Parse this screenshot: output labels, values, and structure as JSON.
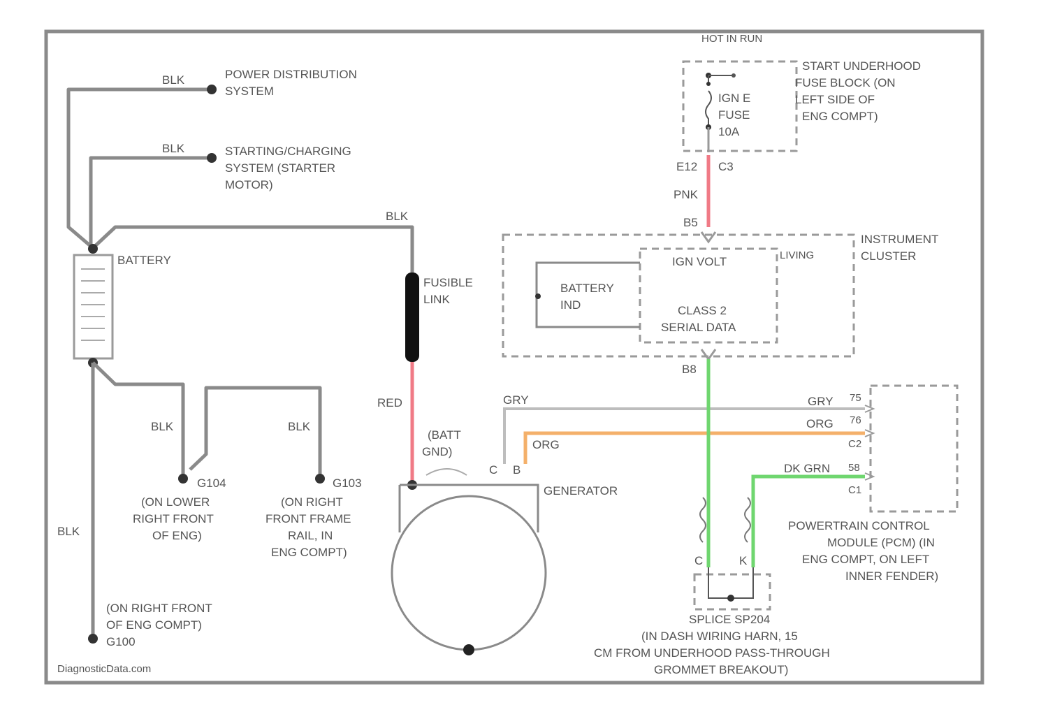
{
  "source": "DiagnosticData.com",
  "labels": {
    "blk_power": "BLK",
    "power_distribution": [
      "POWER DISTRIBUTION",
      "SYSTEM"
    ],
    "blk_starting": "BLK",
    "starting_charging": [
      "STARTING/CHARGING",
      "SYSTEM (STARTER",
      "MOTOR)"
    ],
    "blk_top": "BLK",
    "battery": "BATTERY",
    "fusible_link": [
      "FUSIBLE",
      "LINK"
    ],
    "red": "RED",
    "blk_g104": "BLK",
    "blk_g103": "BLK",
    "g104": "G104",
    "g104_loc": [
      "(ON LOWER",
      "RIGHT FRONT",
      "OF ENG)"
    ],
    "g103": "G103",
    "g103_loc": [
      "(ON RIGHT",
      "FRONT FRAME",
      "RAIL, IN",
      "ENG COMPT)"
    ],
    "blk_left": "BLK",
    "g100_loc": [
      "(ON RIGHT FRONT",
      "OF ENG COMPT)"
    ],
    "g100": "G100",
    "batt_gnd": [
      "(BATT",
      "GND)"
    ],
    "generator": "GENERATOR",
    "gen_c": "C",
    "gen_b": "B",
    "gry": "GRY",
    "org": "ORG",
    "hot_in_run": "HOT IN RUN",
    "fuse_block": [
      "START UNDERHOOD",
      "FUSE BLOCK (ON",
      "LEFT SIDE OF",
      "ENG COMPT)"
    ],
    "fuse": [
      "IGN E",
      "FUSE",
      "10A"
    ],
    "e12": "E12",
    "c3": "C3",
    "pnk": "PNK",
    "b5": "B5",
    "instrument_cluster": [
      "INSTRUMENT",
      "CLUSTER"
    ],
    "living": "LIVING",
    "ign_volt": "IGN VOLT",
    "battery_ind": [
      "BATTERY",
      "IND"
    ],
    "class2": [
      "CLASS 2",
      "SERIAL DATA"
    ],
    "b8": "B8",
    "pcm_gry": "GRY",
    "pcm_org": "ORG",
    "pcm_dkgrn": "DK GRN",
    "pin_75": "75",
    "pin_76": "76",
    "pin_c2": "C2",
    "pin_58": "58",
    "pin_c1": "C1",
    "pcm": [
      "POWERTRAIN CONTROL",
      "MODULE (PCM) (IN",
      "ENG COMPT, ON LEFT",
      "INNER FENDER)"
    ],
    "splice": [
      "SPLICE SP204",
      "(IN DASH WIRING HARN, 15",
      "CM FROM UNDERHOOD PASS-THROUGH",
      "GROMMET BREAKOUT)"
    ],
    "splice_c": "C",
    "splice_k": "K"
  },
  "colors": {
    "wire_blk": "#8a8a8a",
    "wire_red": "#f07a86",
    "wire_pnk": "#f07a86",
    "wire_org": "#f4b06a",
    "wire_grn": "#6fd66f",
    "wire_gry": "#bdbdbd",
    "border": "#8a8a8a"
  }
}
